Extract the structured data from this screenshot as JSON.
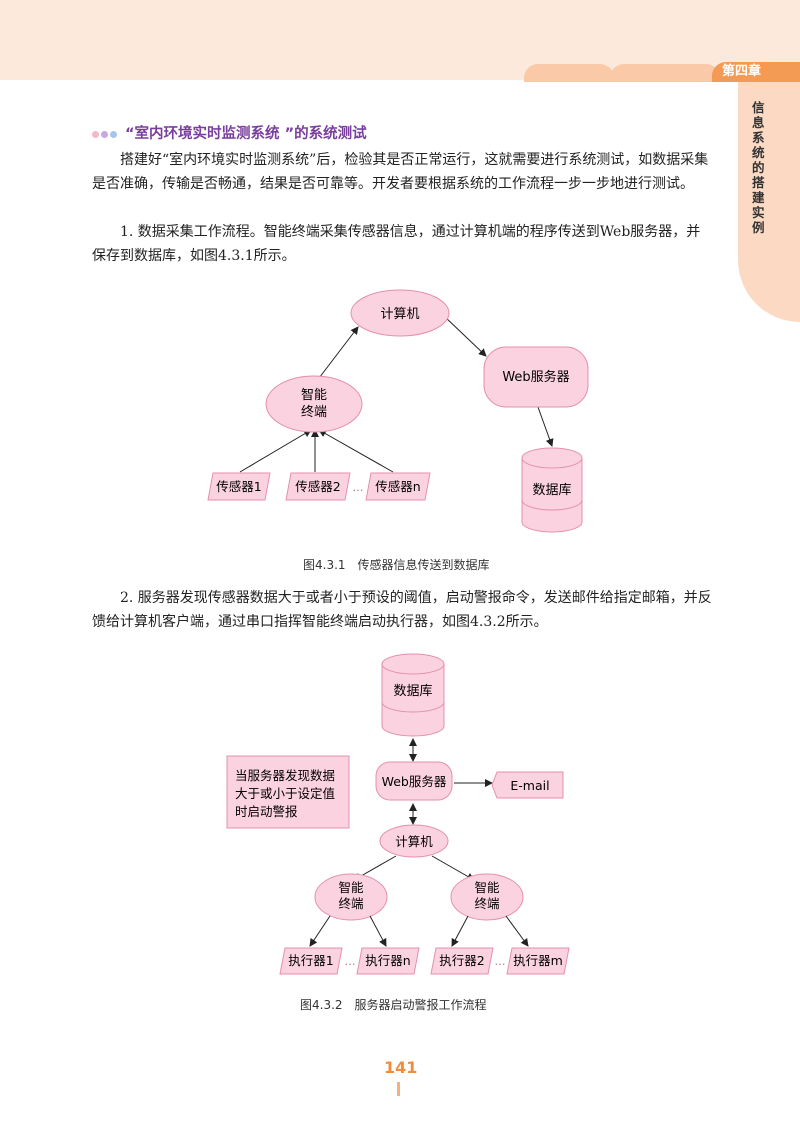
{
  "header": {
    "chapter_tab": "第四章",
    "side_title": "信息系统的搭建实例"
  },
  "section": {
    "title": "“室内环境实时监测系统 ”的系统测试",
    "intro": "搭建好“室内环境实时监测系统”后，检验其是否正常运行，这就需要进行系统测试，如数据采集是否准确，传输是否畅通，结果是否可靠等。开发者要根据系统的工作流程一步一步地进行测试。",
    "step1": "1. 数据采集工作流程。智能终端采集传感器信息，通过计算机端的程序传送到Web服务器，并保存到数据库，如图4.3.1所示。",
    "step2": "2. 服务器发现传感器数据大于或者小于预设的阈值，启动警报命令，发送邮件给指定邮箱，并反馈给计算机客户端，通过串口指挥智能终端启动执行器，如图4.3.2所示。"
  },
  "figure1": {
    "computer": "计算机",
    "web_server": "Web服务器",
    "terminal_line1": "智能",
    "terminal_line2": "终端",
    "database": "数据库",
    "sensor1": "传感器1",
    "sensor2": "传感器2",
    "sensorn": "传感器n",
    "ellipsis": "…",
    "caption": "图4.3.1　传感器信息传送到数据库"
  },
  "figure2": {
    "database": "数据库",
    "web_server": "Web服务器",
    "email": "E-mail",
    "note_line1": "当服务器发现数据",
    "note_line2": "大于或小于设定值",
    "note_line3": "时启动警报",
    "computer": "计算机",
    "terminal_line1": "智能",
    "terminal_line2": "终端",
    "actuator1": "执行器1",
    "actuatorn": "执行器n",
    "actuator2": "执行器2",
    "actuatorm": "执行器m",
    "ellipsis": "…",
    "caption": "图4.3.2　服务器启动警报工作流程"
  },
  "footer": {
    "page_number": "141"
  },
  "colors": {
    "node_fill": "#fbd3e0",
    "node_stroke": "#e58fb0",
    "accent_orange": "#f39a55",
    "heading_purple": "#7a3f9d"
  }
}
